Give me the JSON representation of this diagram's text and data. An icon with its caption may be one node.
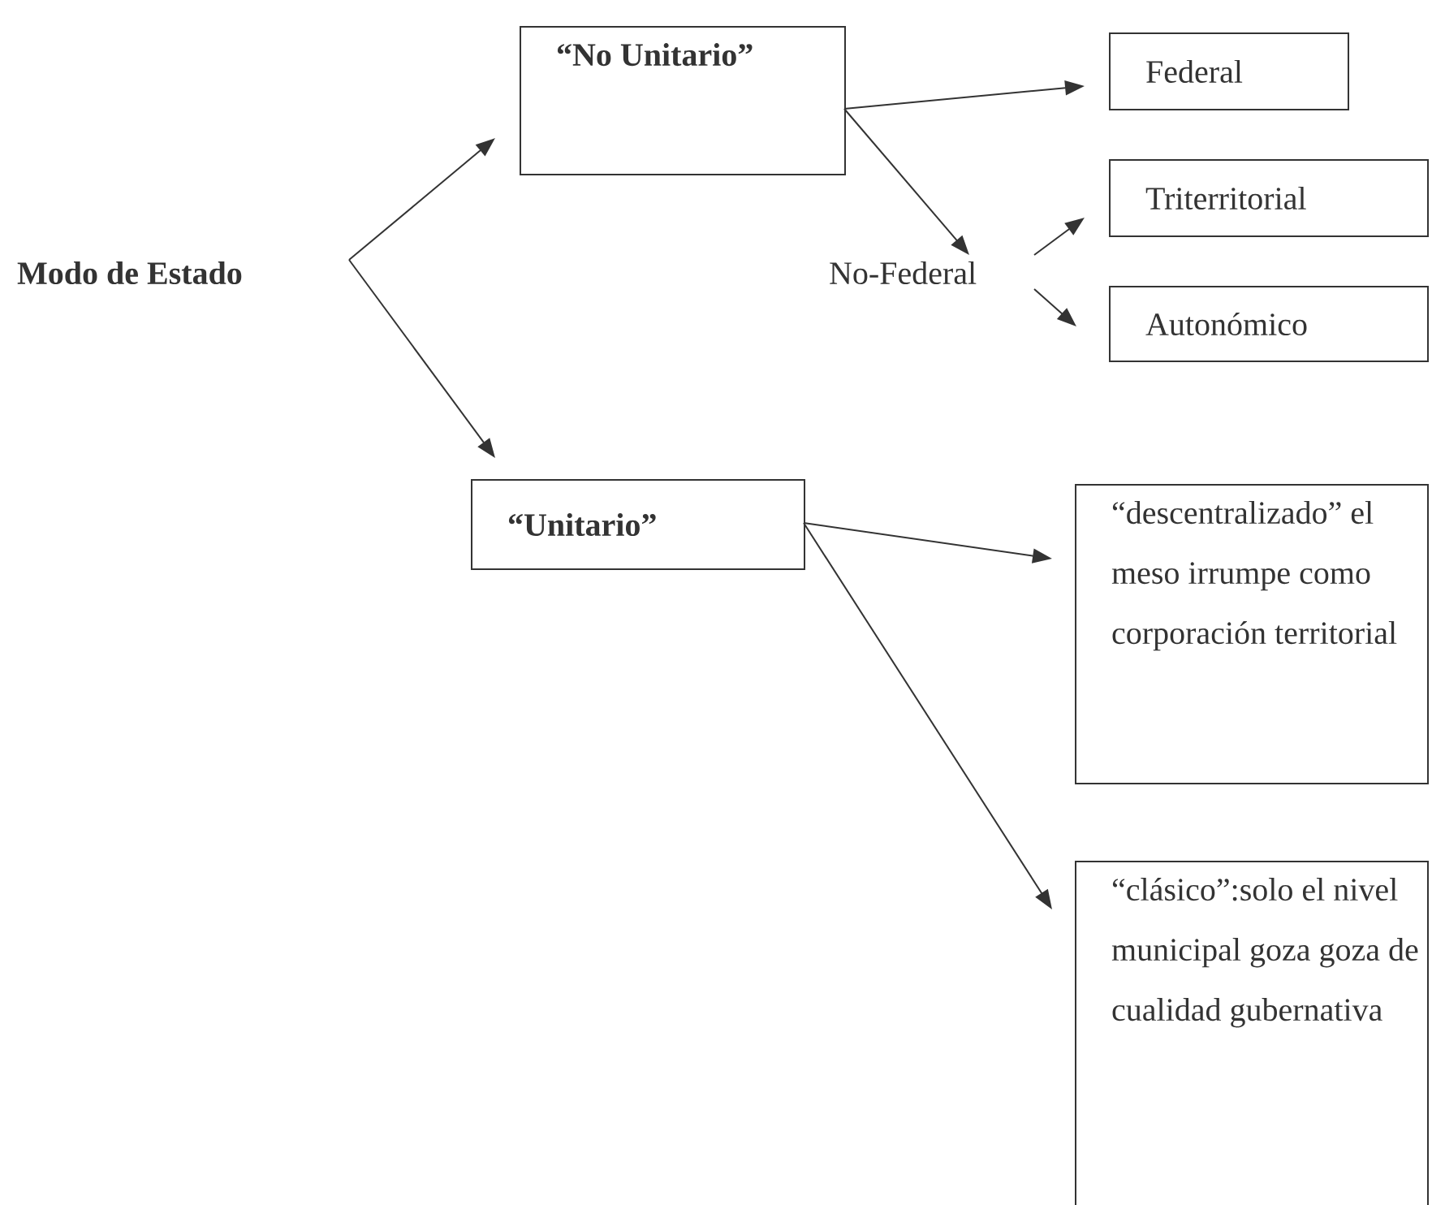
{
  "diagram": {
    "nodes": [
      {
        "text": [
          "Modo de Estado"
        ]
      },
      {
        "text": [
          "“No Unitario”"
        ]
      },
      {
        "text": [
          "Federal"
        ]
      },
      {
        "text": [
          "No-Federal"
        ]
      },
      {
        "text": [
          "Triterritorial"
        ]
      },
      {
        "text": [
          "Autonómico"
        ]
      },
      {
        "text": [
          "“Unitario”"
        ]
      },
      {
        "text": [
          "“descentralizado” el meso irrumpe como corporación territorial"
        ]
      },
      {
        "text": [
          "“clásico”:solo el nivel municipal goza goza de cualidad gubernativa"
        ]
      }
    ],
    "edges": [
      {
        "from": 0,
        "to": 1,
        "arrow": "to"
      },
      {
        "from": 0,
        "to": 6,
        "arrow": "to"
      },
      {
        "from": 1,
        "to": 2,
        "arrow": "to"
      },
      {
        "from": 1,
        "to": 3,
        "arrow": "to"
      },
      {
        "from": 3,
        "to": 4,
        "arrow": "to"
      },
      {
        "from": 3,
        "to": 5,
        "arrow": "to"
      },
      {
        "from": 6,
        "to": 7,
        "arrow": "to"
      },
      {
        "from": 6,
        "to": 8,
        "arrow": "to"
      }
    ]
  }
}
